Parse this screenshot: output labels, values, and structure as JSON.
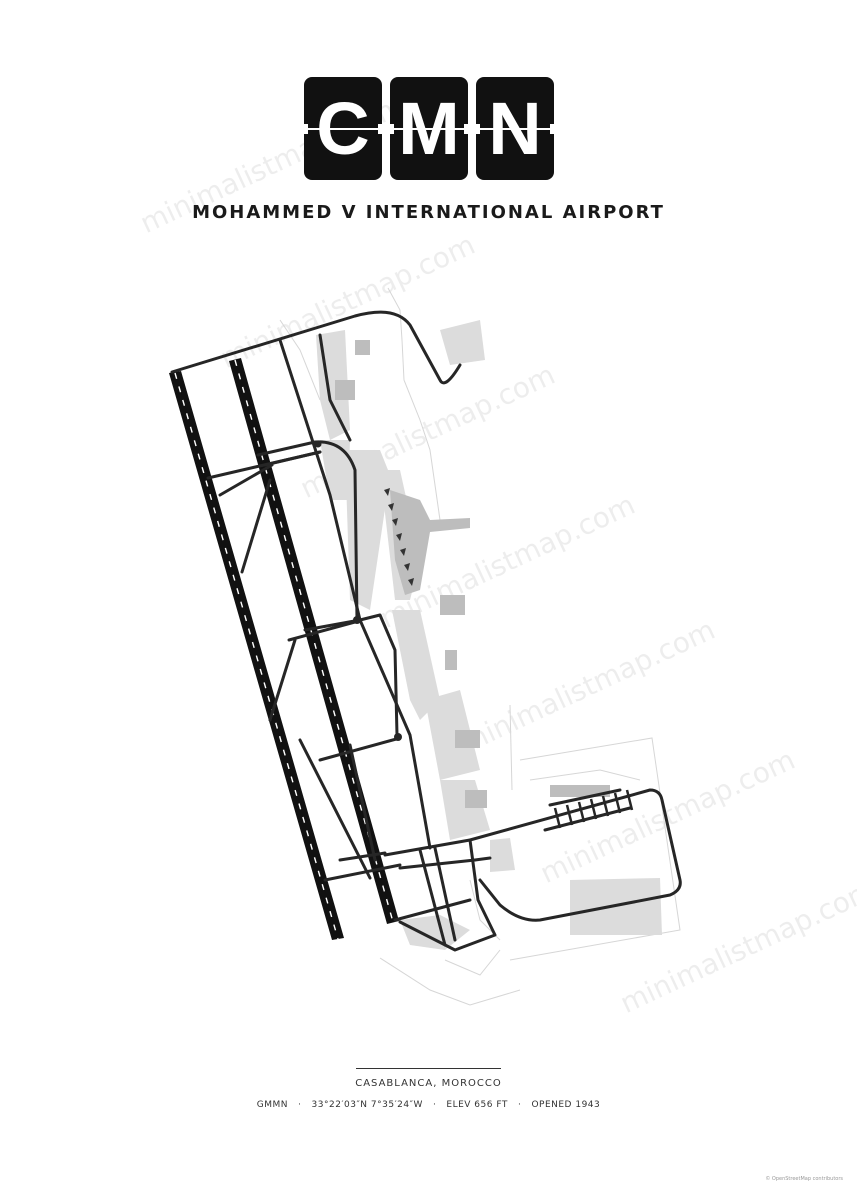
{
  "code_letters": [
    "C",
    "M",
    "N"
  ],
  "airport_name": "MOHAMMED V INTERNATIONAL AIRPORT",
  "location": "CASABLANCA, MOROCCO",
  "info": {
    "icao": "GMMN",
    "coordinates": "33°22′03″N 7°35′24″W",
    "elevation": "ELEV 656 FT",
    "opened": "OPENED 1943",
    "separator": "·"
  },
  "watermark": "minimalistmap.com",
  "credit": "© OpenStreetMap contributors",
  "colors": {
    "runway": "#111111",
    "taxiway": "#262626",
    "apron": "#dcdcdc",
    "service_road": "#cfcfcf"
  }
}
